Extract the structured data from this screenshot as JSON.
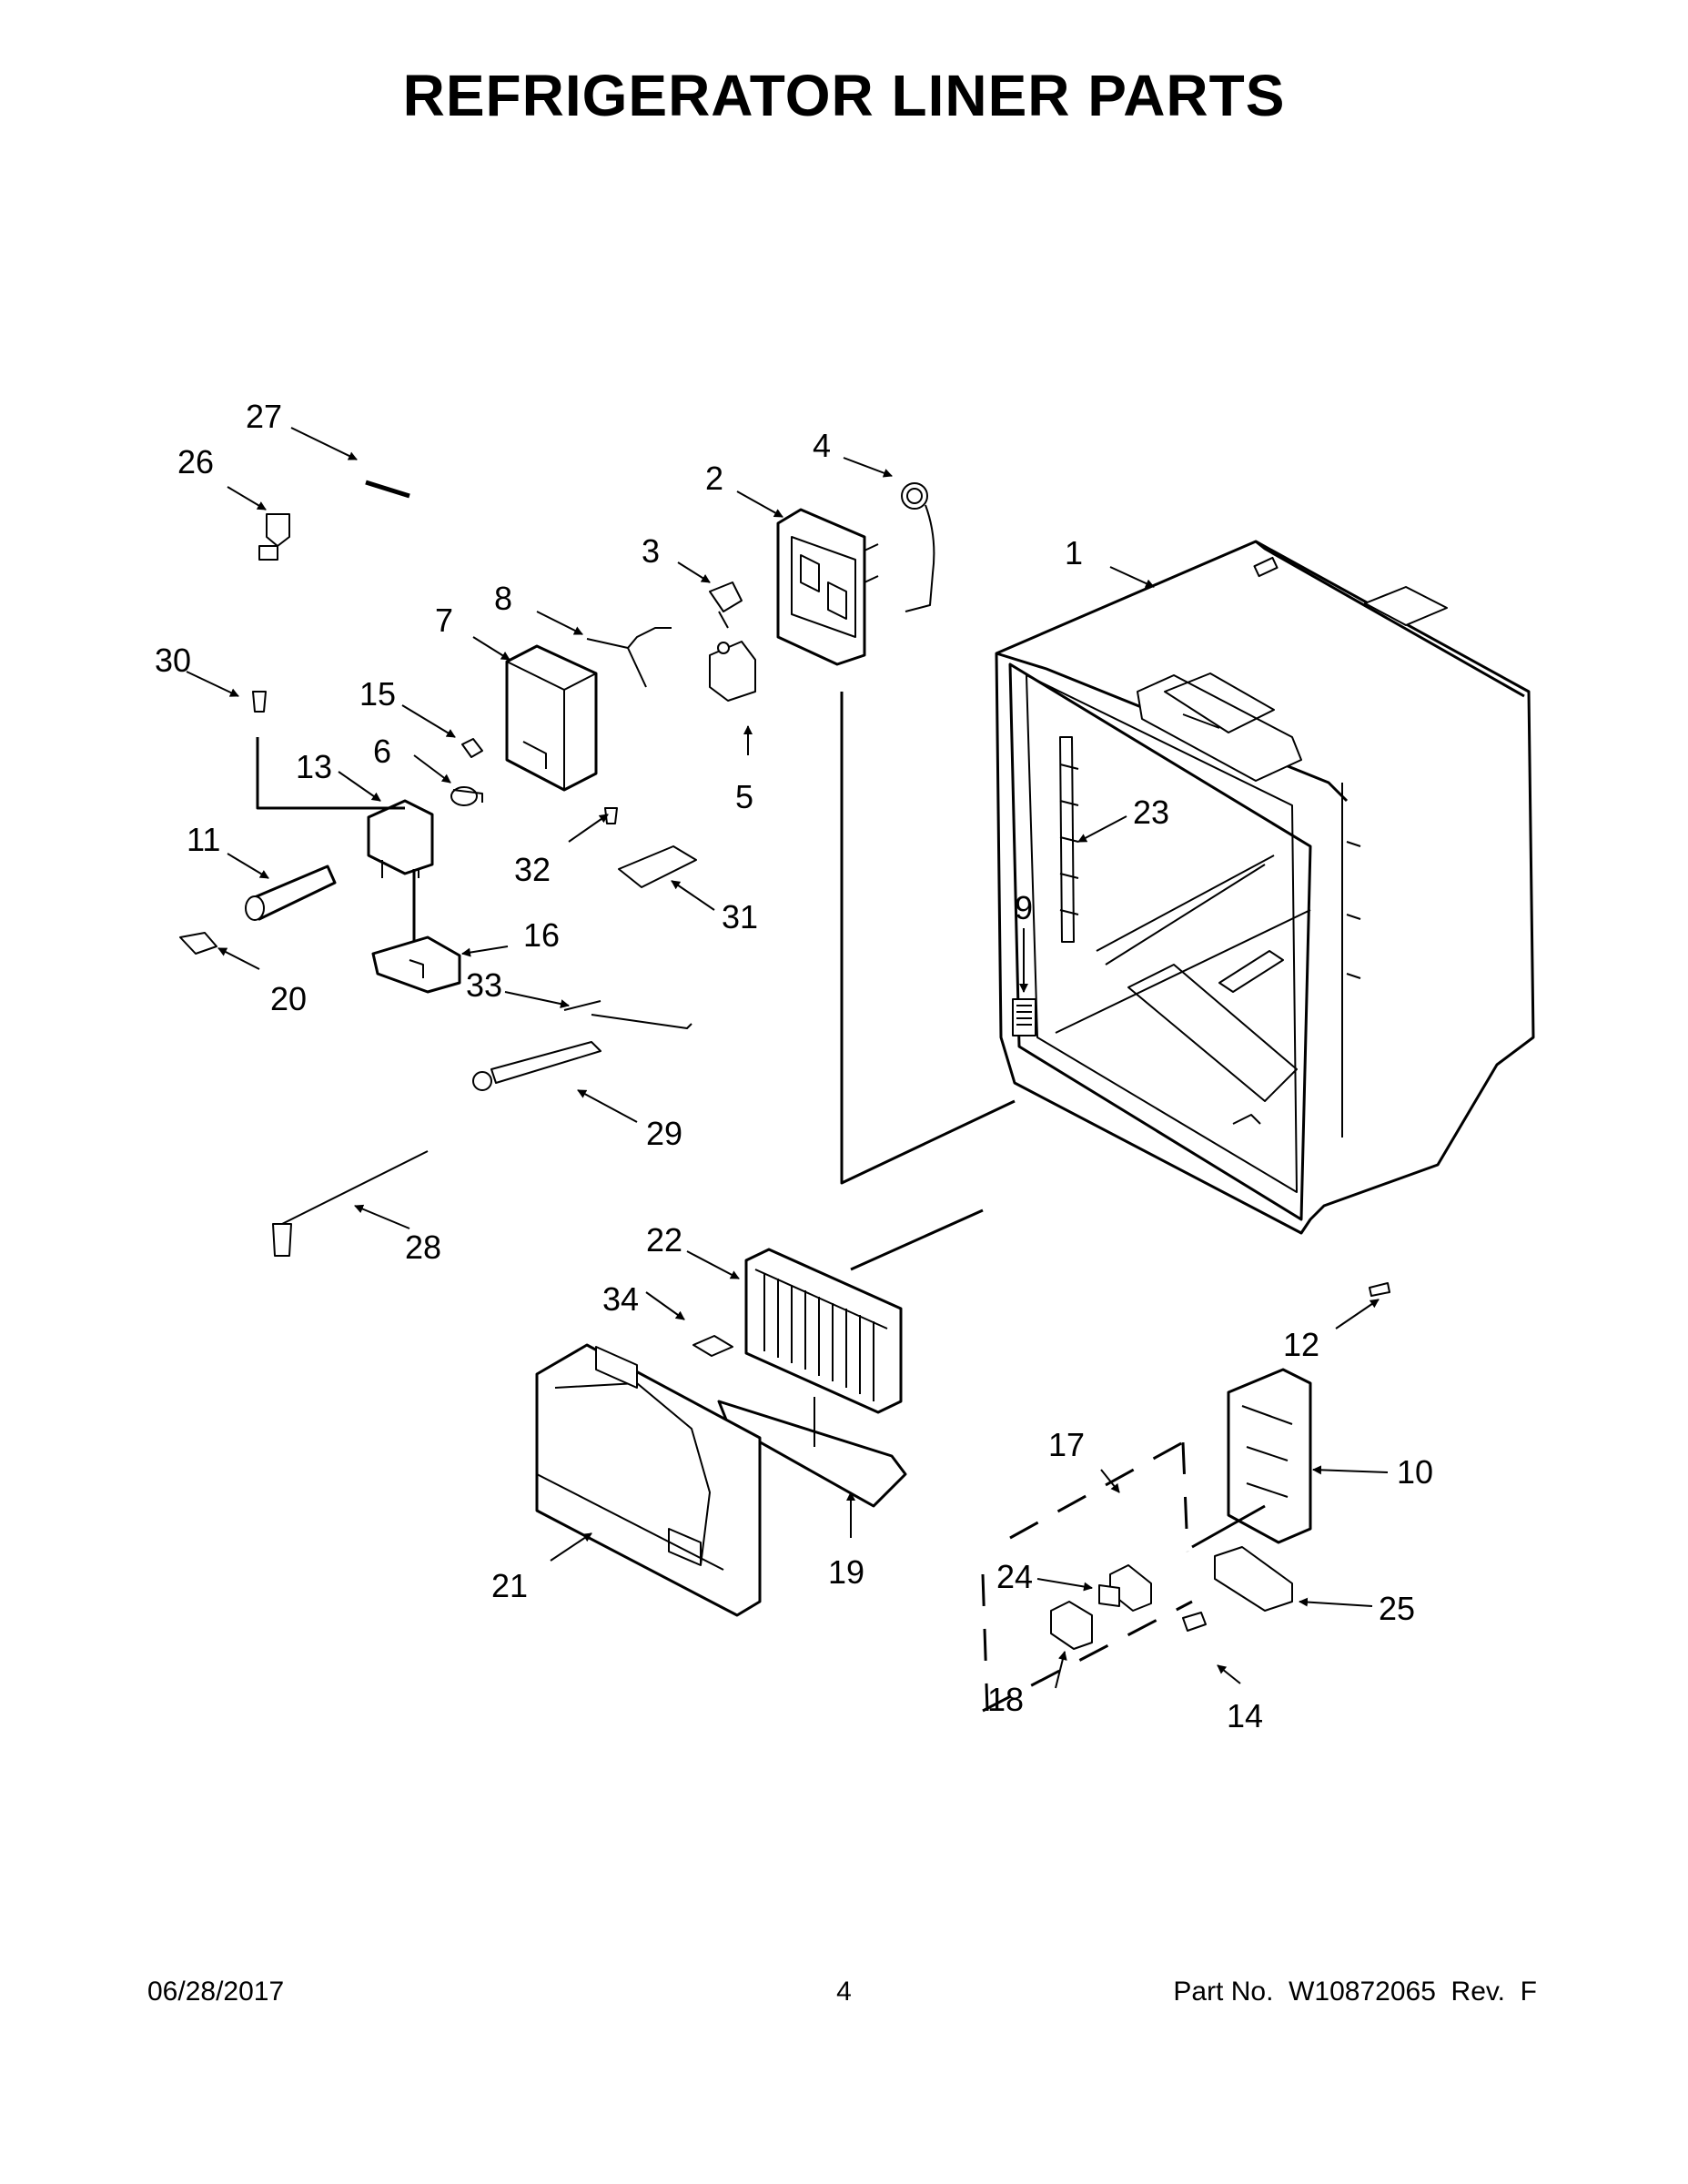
{
  "page": {
    "title": "REFRIGERATOR LINER PARTS",
    "date": "06/28/2017",
    "page_number": "4",
    "part_info": "Part No.  W10872065  Rev.  F"
  },
  "callouts": [
    "1",
    "2",
    "3",
    "4",
    "5",
    "6",
    "7",
    "8",
    "9",
    "10",
    "11",
    "12",
    "13",
    "14",
    "15",
    "16",
    "17",
    "18",
    "19",
    "20",
    "21",
    "22",
    "23",
    "24",
    "25",
    "26",
    "27",
    "28",
    "29",
    "30",
    "31",
    "32",
    "33",
    "34"
  ]
}
